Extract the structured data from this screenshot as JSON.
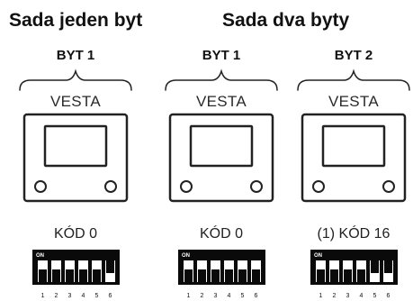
{
  "headings": {
    "single": "Sada jeden byt",
    "double": "Sada dva byty"
  },
  "units": [
    {
      "apartment": "BYT 1",
      "brand": "VESTA",
      "code": "KÓD 0",
      "switch_numbers": [
        "1",
        "2",
        "3",
        "4",
        "5",
        "6"
      ],
      "switch_states": [
        "off",
        "off",
        "off",
        "off",
        "off",
        "on"
      ]
    },
    {
      "apartment": "BYT 1",
      "brand": "VESTA",
      "code": "KÓD 0",
      "switch_numbers": [
        "1",
        "2",
        "3",
        "4",
        "5",
        "6"
      ],
      "switch_states": [
        "off",
        "off",
        "off",
        "off",
        "off",
        "off"
      ]
    },
    {
      "apartment": "BYT 2",
      "brand": "VESTA",
      "code": "(1) KÓD 16",
      "switch_numbers": [
        "1",
        "2",
        "3",
        "4",
        "5",
        "6"
      ],
      "switch_states": [
        "off",
        "off",
        "off",
        "off",
        "on",
        "on"
      ]
    }
  ],
  "dip_on_label": "ON",
  "colors": {
    "ink": "#111111",
    "switch_body": "#0a0a0a",
    "background": "#ffffff"
  }
}
